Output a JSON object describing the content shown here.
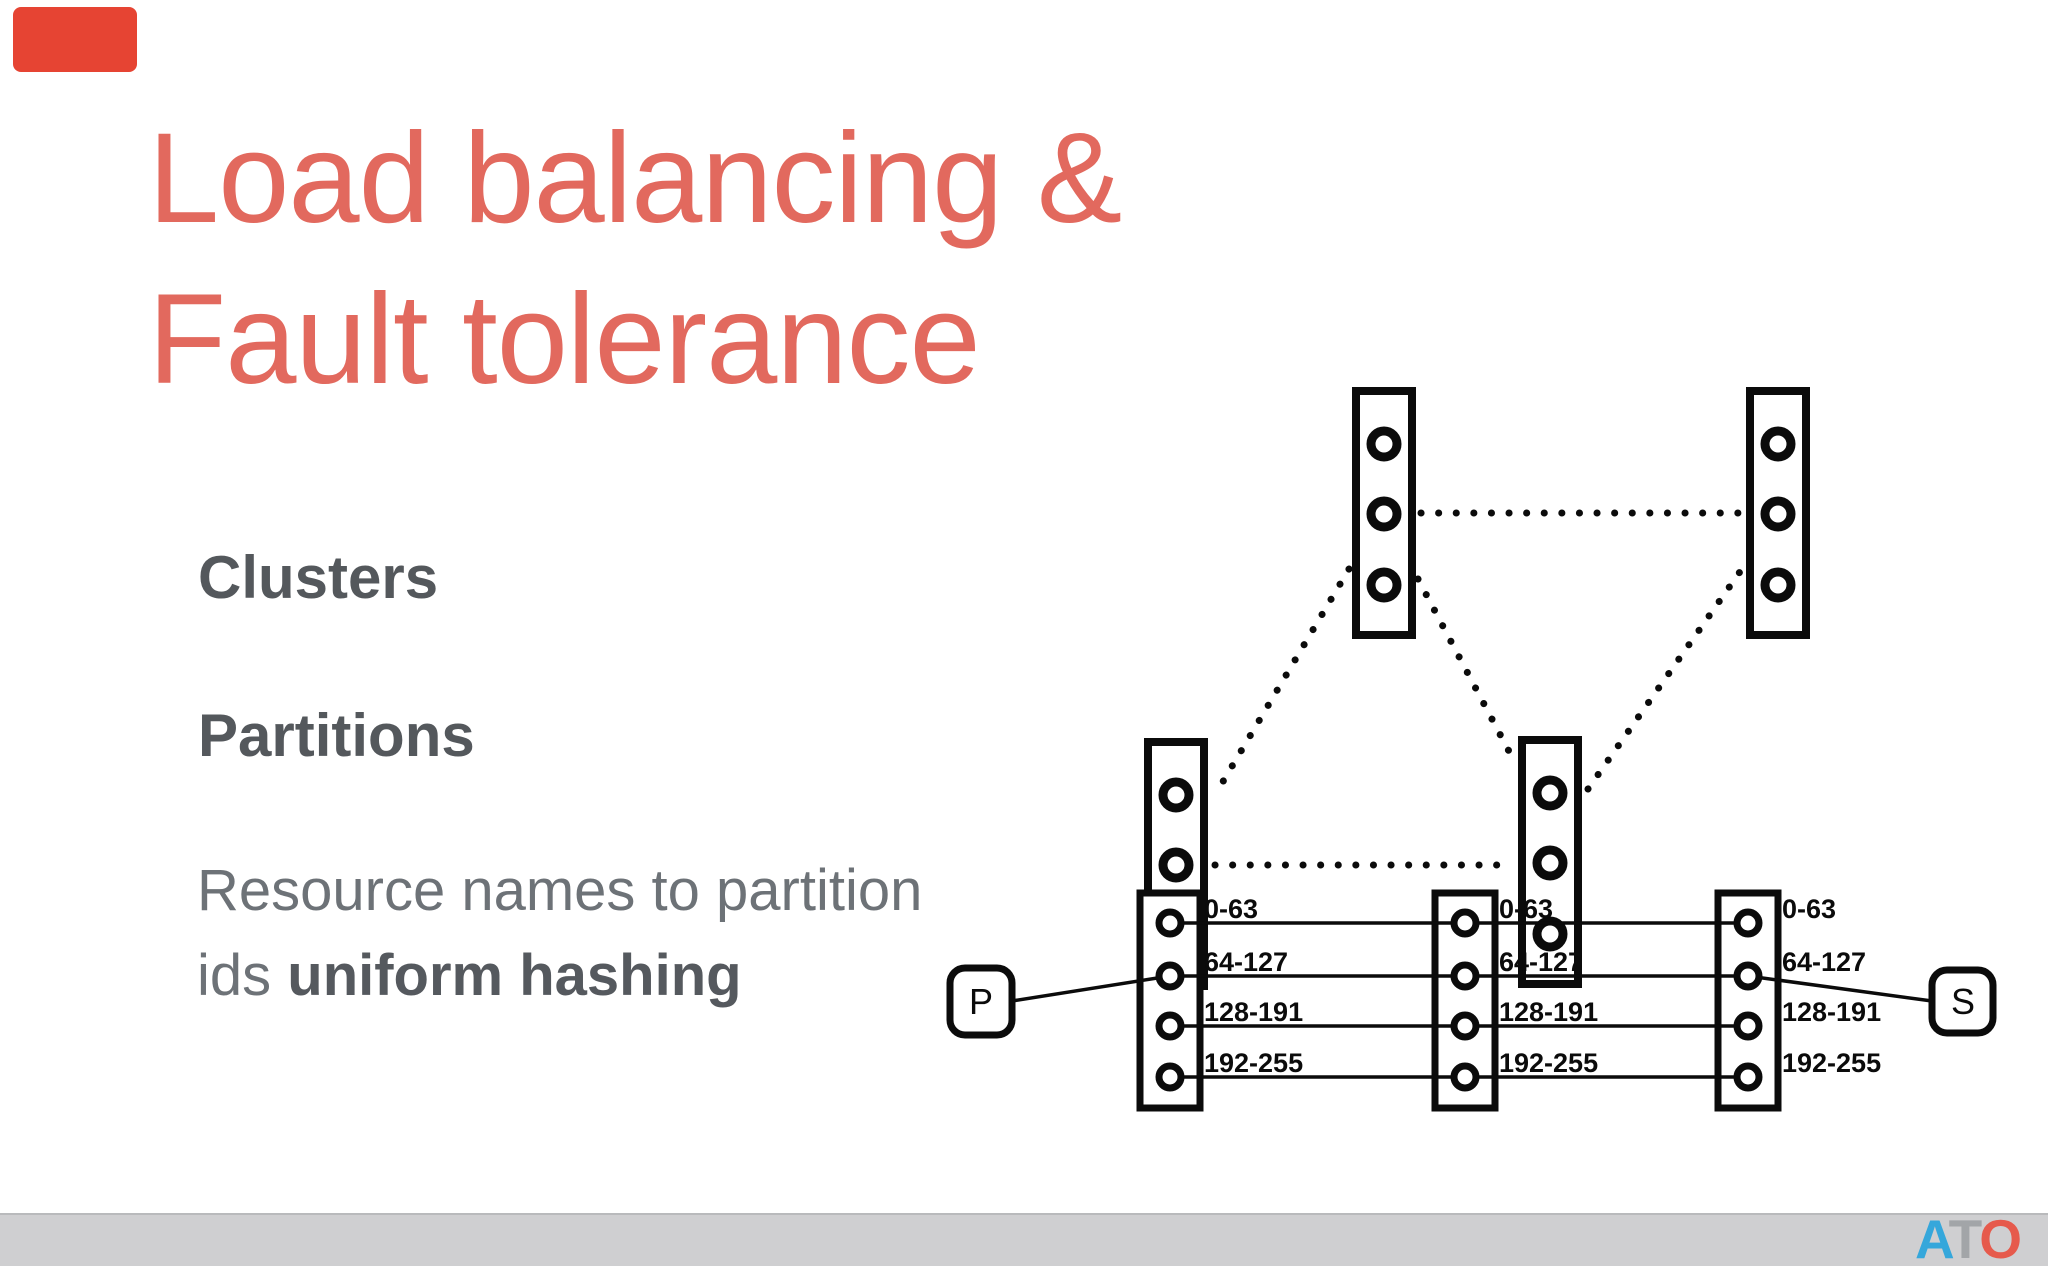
{
  "slide": {
    "title": {
      "line1": "Load balancing &",
      "line2": "Fault tolerance"
    },
    "items": {
      "clusters": "Clusters",
      "partitions": "Partitions",
      "paragraph_line1": "Resource names to partition",
      "paragraph_prefix": "ids ",
      "paragraph_bold": "uniform hashing"
    }
  },
  "partition_diagram": {
    "producer_label": "P",
    "subscriber_label": "S",
    "ranges": [
      "0-63",
      "64-127",
      "128-191",
      "192-255"
    ]
  },
  "footer": {
    "logo_a": "A",
    "logo_t": "T",
    "logo_o": "O"
  },
  "colors": {
    "title_coral": "#e2695e",
    "badge_red": "#e64433",
    "heading_gray": "#54585c",
    "body_gray": "#6d7277",
    "diagram_ink": "#0b0b0b",
    "footer_gray": "#cfcfd1",
    "logo_blue": "#35a7db",
    "logo_gray": "#a2a5a8",
    "logo_coral": "#e65a4c"
  }
}
